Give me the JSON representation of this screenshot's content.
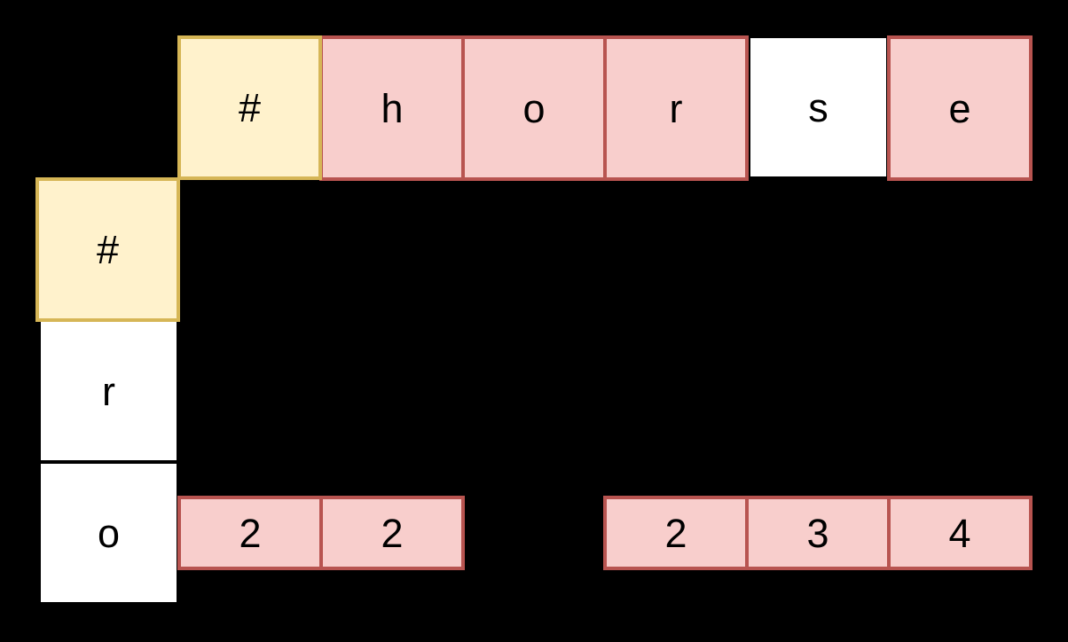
{
  "diagram": {
    "description": "edit-distance dynamic-programming grid",
    "background_color": "#000000",
    "colors": {
      "yellow_fill": "#FFF2CC",
      "yellow_border": "#D6B656",
      "pink_fill": "#F8CECC",
      "pink_border": "#B85450",
      "white_fill": "#FFFFFF",
      "text": "#000000"
    },
    "top_header": [
      {
        "text": "#",
        "style": "yellow",
        "col": 1,
        "row": 0
      },
      {
        "text": "h",
        "style": "pink",
        "col": 2,
        "row": 0
      },
      {
        "text": "o",
        "style": "pink",
        "col": 3,
        "row": 0
      },
      {
        "text": "r",
        "style": "pink",
        "col": 4,
        "row": 0
      },
      {
        "text": "s",
        "style": "white",
        "col": 5,
        "row": 0
      },
      {
        "text": "e",
        "style": "pink",
        "col": 6,
        "row": 0
      }
    ],
    "left_header": [
      {
        "text": "#",
        "style": "yellow",
        "col": 0,
        "row": 1
      },
      {
        "text": "r",
        "style": "white",
        "col": 0,
        "row": 2
      },
      {
        "text": "o",
        "style": "white",
        "col": 0,
        "row": 3
      }
    ],
    "value_cells": [
      {
        "text": "2",
        "style": "pink",
        "col": 1,
        "row": 3
      },
      {
        "text": "2",
        "style": "pink",
        "col": 2,
        "row": 3
      },
      {
        "text": "2",
        "style": "pink",
        "col": 4,
        "row": 3
      },
      {
        "text": "3",
        "style": "pink",
        "col": 5,
        "row": 3
      },
      {
        "text": "4",
        "style": "pink",
        "col": 6,
        "row": 3
      }
    ]
  }
}
